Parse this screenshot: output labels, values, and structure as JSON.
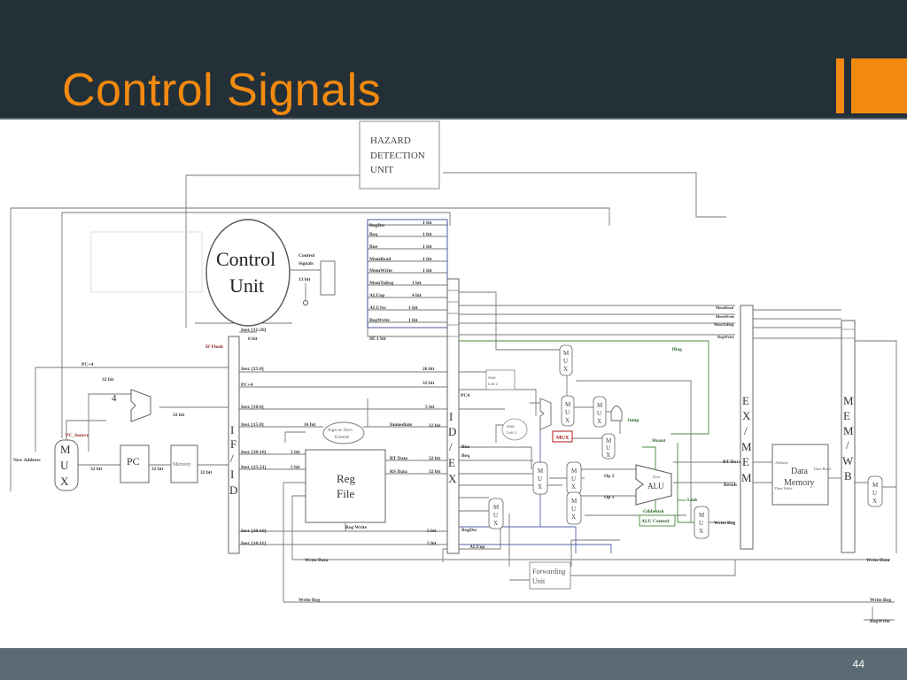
{
  "slide": {
    "title": "Control Signals",
    "page_number": "44",
    "colors": {
      "accent": "#f28a10",
      "dark_band": "#243038",
      "footer_band": "#5b6a74"
    }
  },
  "diagram": {
    "control_unit": {
      "line1": "Control",
      "line2": "Unit"
    },
    "hazard_unit": {
      "line1": "HAZARD",
      "line2": "DETECTION",
      "line3": "UNIT"
    },
    "control_signals": {
      "line1": "Control",
      "line2": "Signals",
      "width": "13 bit"
    },
    "signals": [
      {
        "name": "RegDst",
        "bits": "1 bit"
      },
      {
        "name": "Beq",
        "bits": "1 bit"
      },
      {
        "name": "Bne",
        "bits": "1 bit"
      },
      {
        "name": "MemRead",
        "bits": "1 bit"
      },
      {
        "name": "MemWrite",
        "bits": "1 bit"
      },
      {
        "name": "MemToReg",
        "bits": "1 bit"
      },
      {
        "name": "ALUop",
        "bits": "4 bit"
      },
      {
        "name": "ALUSrc",
        "bits": "1 bit"
      },
      {
        "name": "RegWrite",
        "bits": "1 bit"
      }
    ],
    "se_label": "SE 1 bit",
    "if_flush": "IF Flush",
    "pc_plus4": "PC+4",
    "pc_source": "PC_Source",
    "new_address": "New Address",
    "pc": "PC",
    "memory": "Memory",
    "four": "4",
    "reg_file": {
      "line1": "Reg",
      "line2": "File"
    },
    "sign_ext": {
      "line1": "Sign or Zero",
      "line2": "Extend"
    },
    "immediate": "Immediate",
    "rt_data": "RT Data",
    "rs_data": "RS Data",
    "reg_write": "Reg Write",
    "if_id": [
      "I",
      "F",
      "/",
      "I",
      "D"
    ],
    "id_ex": [
      "I",
      "D",
      "/",
      "E",
      "X"
    ],
    "ex_mem": [
      "E",
      "X",
      "/",
      "M",
      "E",
      "M"
    ],
    "mem_wb": [
      "M",
      "E",
      "M",
      "/",
      "W",
      "B"
    ],
    "inst_labels": [
      {
        "text": "Inst. [31:26]",
        "bits": "6 bit"
      },
      {
        "text": "Inst. [25:0]",
        "bits": "26 bit"
      },
      {
        "text": "PC+4",
        "bits": "32 bit"
      },
      {
        "text": "Inst. [10:6]",
        "bits": "5 bit"
      },
      {
        "text": "Inst. [15:0]",
        "bits": "16 bit"
      },
      {
        "text": "Inst. [20:16]",
        "bits": "5 bit"
      },
      {
        "text": "Inst. [25:21]",
        "bits": "5 bit"
      },
      {
        "text": "Inst. [20:16]",
        "bits": "5 bit"
      },
      {
        "text": "Inst. [16:11]",
        "bits": "5 bit"
      }
    ],
    "bits_32": "32 bit",
    "bits_16": "16 bit",
    "bits_5": "5 bit",
    "mux_letters": [
      "M",
      "U",
      "X"
    ],
    "alu": "ALU",
    "alu_control": "ALU Control",
    "gibberish": "Gibberish",
    "shamt": "Shamt",
    "jump": "Jump",
    "jreg": "JReg",
    "link": "Link",
    "mux_red": "MUX",
    "shift_left": {
      "line1": "Shift",
      "line2": "Left 2"
    },
    "forwarding": {
      "line1": "Forwarding",
      "line2": "Unit"
    },
    "data_memory": {
      "line1": "Data",
      "line2": "Memory"
    },
    "op1": "Op 1",
    "op2": "Op 2",
    "mem_signals": [
      "MemRead",
      "MemWrite",
      "MemToReg",
      "RegWrite"
    ],
    "write_data": "Write Data",
    "write_reg": "Write Reg",
    "regwrite": "RegWrite",
    "regdst": "RegDst",
    "aluop": "ALUop",
    "bne": "Bne",
    "beq": "Beq",
    "pc4": "PC4",
    "result": "Result",
    "address": "Address",
    "data_read": "Data Read",
    "data_write": "Data Write",
    "zero": "Zero"
  }
}
